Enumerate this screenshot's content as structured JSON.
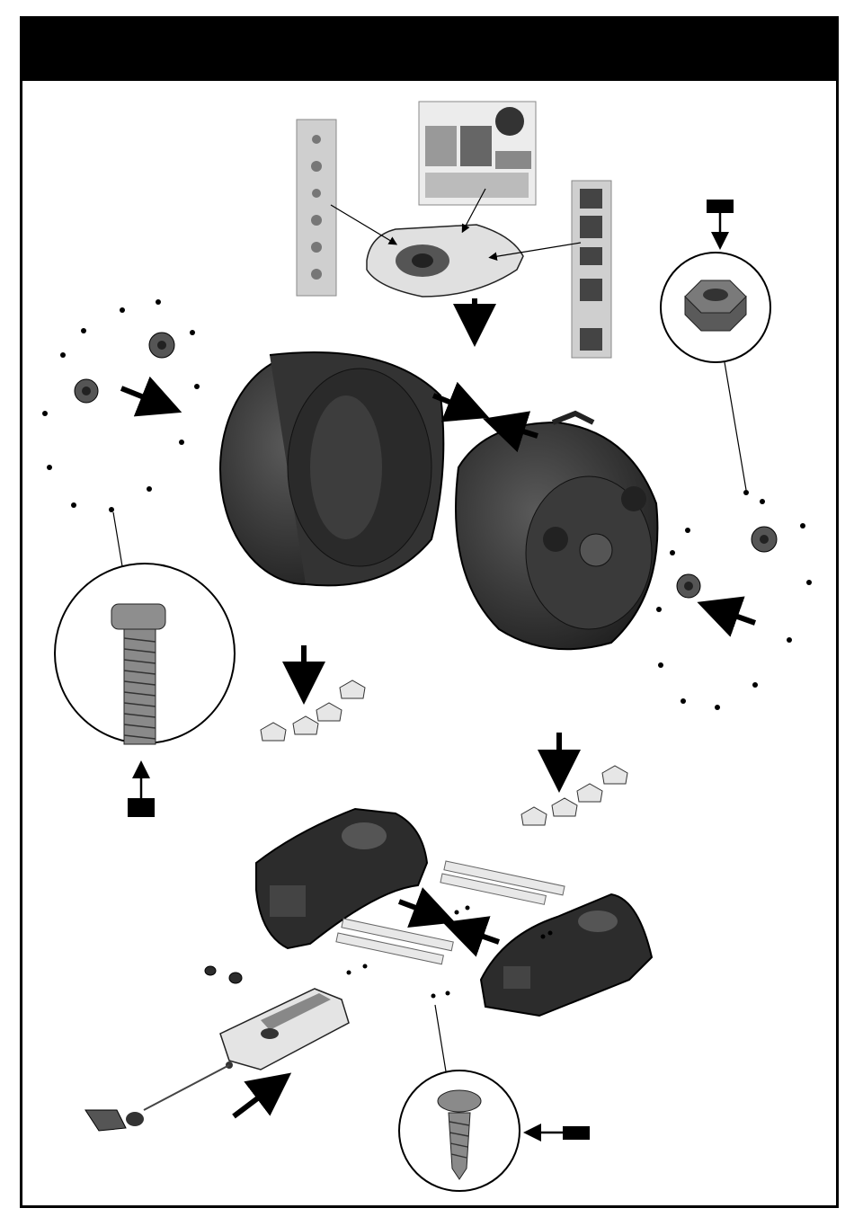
{
  "header": {
    "title": ""
  },
  "parts": {
    "decal_sheet": "decal-sheet",
    "seat": "seat",
    "left_shell": "left-body-shell",
    "right_shell": "right-body-shell",
    "hex_nut": "hex-nut",
    "machine_screw": "machine-screw",
    "tapping_screw": "tapping-screw",
    "caps": "wheel-caps",
    "bases": "rocker-bases",
    "rods": "support-rods",
    "battery": "battery",
    "wire_harness": "wire-harness"
  },
  "callout_tags": [
    "",
    "",
    ""
  ],
  "colors": {
    "part_dark": "#2b2b2b",
    "part_mid": "#4a4a4a",
    "part_light": "#d9d9d9",
    "line": "#000000"
  }
}
